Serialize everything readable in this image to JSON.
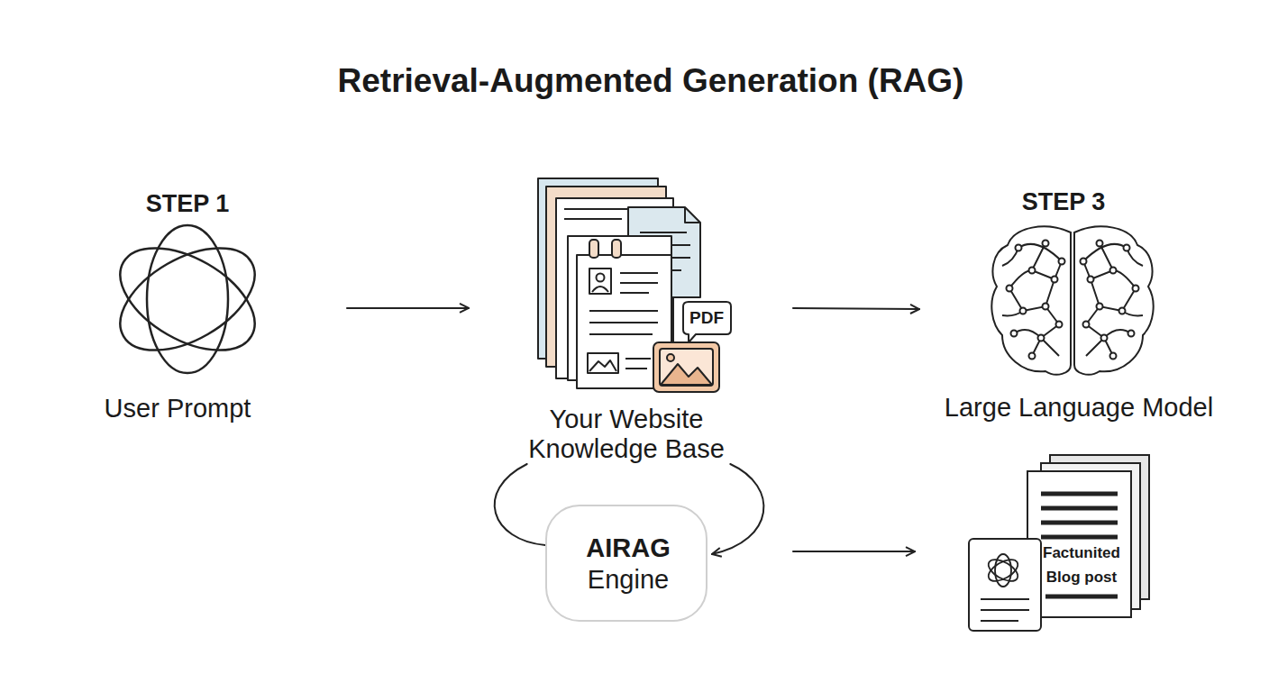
{
  "diagram": {
    "title": "Retrieval-Augmented Generation (RAG)",
    "nodes": [
      {
        "text": [
          "STEP 1",
          "User Prompt"
        ]
      },
      {
        "text": [
          "Your Website Knowledge Base"
        ]
      },
      {
        "text": [
          "STEP 3",
          "Large Language Model"
        ]
      },
      {
        "text": [
          "AIRAG",
          "Engine"
        ]
      },
      {
        "text": [
          "Factunited Blog post"
        ]
      }
    ],
    "edges": [
      {
        "from": 0,
        "to": 1,
        "arrow": "to"
      },
      {
        "from": 1,
        "to": 2,
        "arrow": "to"
      },
      {
        "from": 3,
        "to": 1,
        "arrow": "none"
      },
      {
        "from": 1,
        "to": 3,
        "arrow": "to"
      },
      {
        "from": 3,
        "to": 4,
        "arrow": "to"
      }
    ],
    "labels": [
      "PDF"
    ]
  }
}
